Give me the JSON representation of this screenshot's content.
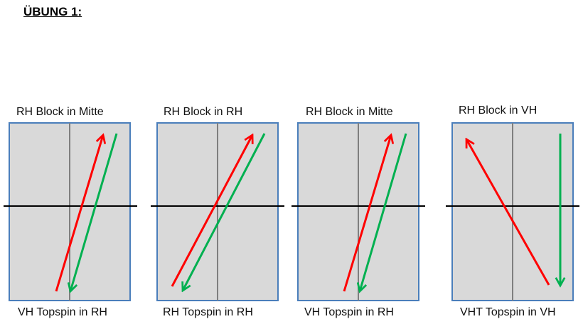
{
  "title": "ÜBUNG 1:",
  "colors": {
    "table_fill": "#d9d9d9",
    "table_border": "#4a7ebb",
    "net": "#000000",
    "center_line": "#7f7f7f",
    "red_arrow": "#ff0000",
    "green_arrow": "#00b050"
  },
  "panels": [
    {
      "top_label": "RH Block in Mitte",
      "bottom_label": "VH Topspin in RH"
    },
    {
      "top_label": "RH Block in RH",
      "bottom_label": "RH Topspin in RH"
    },
    {
      "top_label": "RH Block in Mitte",
      "bottom_label": "VH Topspin in RH"
    },
    {
      "top_label": "RH Block in VH",
      "bottom_label": "VHT Topspin in VH"
    }
  ]
}
